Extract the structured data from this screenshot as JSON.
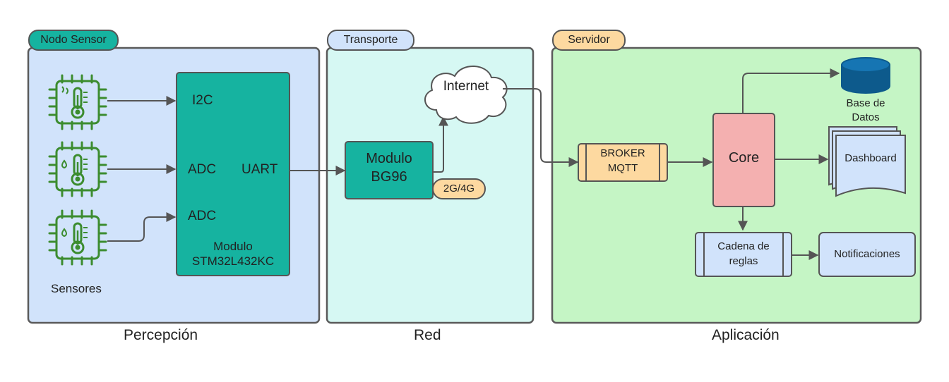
{
  "layers": {
    "perception": {
      "tab": "Nodo Sensor",
      "caption": "Percepción"
    },
    "network": {
      "tab": "Transporte",
      "caption": "Red"
    },
    "application": {
      "tab": "Servidor",
      "caption": "Aplicación"
    }
  },
  "sensors": {
    "label": "Sensores"
  },
  "mcu": {
    "name_line1": "Modulo",
    "name_line2": "STM32L432KC",
    "ports": {
      "i2c": "I2C",
      "adc1": "ADC",
      "adc2": "ADC",
      "uart": "UART"
    }
  },
  "modem": {
    "line1": "Modulo",
    "line2": "BG96",
    "badge": "2G/4G"
  },
  "internet": {
    "label": "Internet"
  },
  "broker": {
    "line1": "BROKER",
    "line2": "MQTT"
  },
  "core": {
    "label": "Core"
  },
  "database": {
    "line1": "Base de",
    "line2": "Datos"
  },
  "dashboard": {
    "label": "Dashboard"
  },
  "rules": {
    "line1": "Cadena de",
    "line2": "reglas"
  },
  "notifications": {
    "label": "Notificaciones"
  },
  "colors": {
    "perception_bg": "#d1e3fb",
    "network_bg": "#d6f8f3",
    "application_bg": "#c5f5c5",
    "mcu": "#16b3a0",
    "sensor_green": "#3c8c2f",
    "broker": "#fdd9a0",
    "core": "#f4b0b0",
    "database": "#0d5a8c",
    "doc_blue": "#d1e3fb",
    "border": "#5a5a5a"
  }
}
